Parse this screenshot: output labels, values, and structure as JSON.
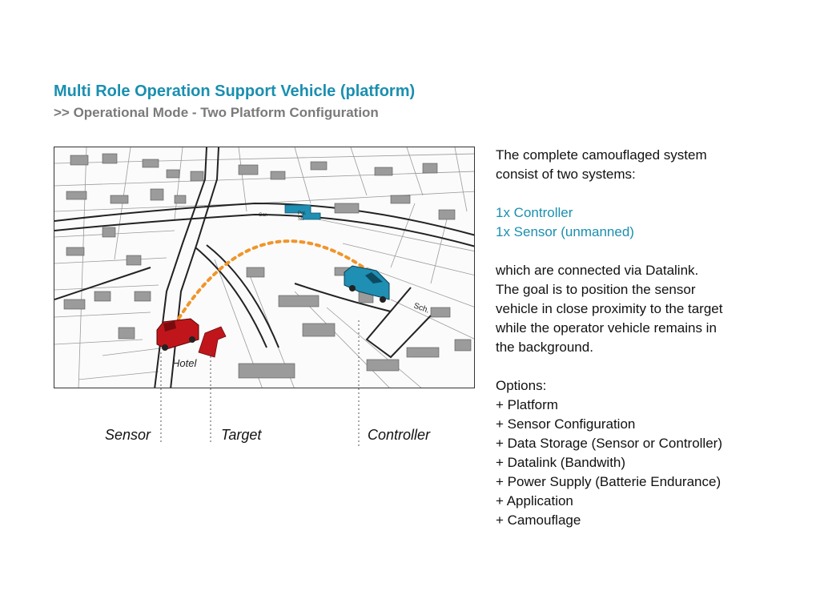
{
  "title": "Multi Role Operation Support Vehicle (platform)",
  "subtitle": ">> Operational Mode - Two Platform Configuration",
  "map": {
    "labels": {
      "hotel": "Hotel",
      "sch": "Sch.",
      "gar": "Gar.",
      "pol": "Pol.",
      "st": "St."
    },
    "colors": {
      "sensor": "#c0161b",
      "target": "#c0161b",
      "controller": "#1f8fb4",
      "datalink": "#f0952a"
    }
  },
  "callouts": {
    "sensor": "Sensor",
    "target": "Target",
    "controller": "Controller"
  },
  "description": {
    "intro_line1": "The complete camouflaged system",
    "intro_line2": "consist of two systems:",
    "system1": "1x Controller",
    "system2": "1x Sensor (unmanned)",
    "para_line1": "which are connected via Datalink.",
    "para_line2": "The goal is to position the sensor",
    "para_line3": "vehicle in close proximity to the target",
    "para_line4": "while the operator vehicle remains in",
    "para_line5": "the background.",
    "options_heading": "Options:",
    "options": [
      "+ Platform",
      "+ Sensor Configuration",
      "+ Data Storage (Sensor or Controller)",
      "+ Datalink (Bandwith)",
      "+ Power Supply (Batterie Endurance)",
      "+ Application",
      "+ Camouflage"
    ]
  }
}
